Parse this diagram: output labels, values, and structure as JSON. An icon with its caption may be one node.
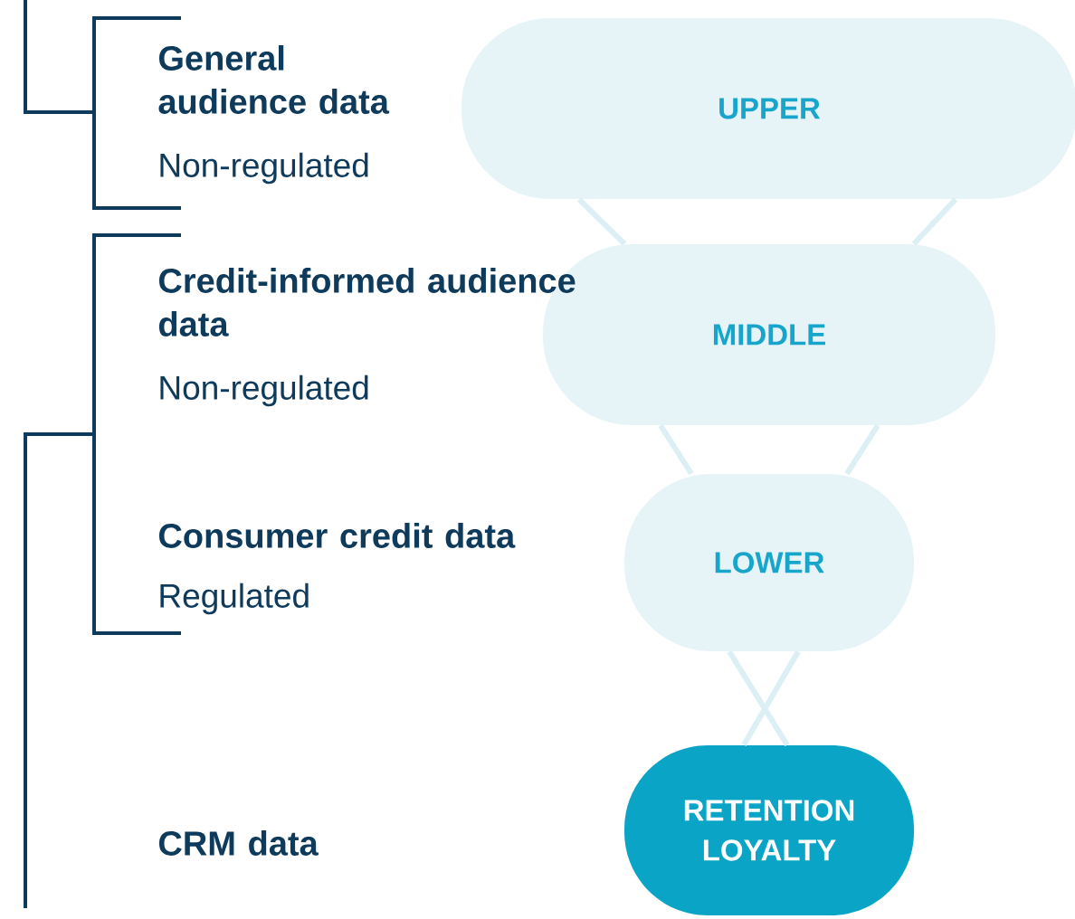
{
  "diagram": {
    "nodes": [
      {
        "text": [
          "UPPER"
        ]
      },
      {
        "text": [
          "MIDDLE"
        ]
      },
      {
        "text": [
          "LOWER"
        ]
      },
      {
        "text": [
          "RETENTION LOYALTY"
        ]
      }
    ],
    "edges": [
      {
        "from": 0,
        "to": 1,
        "arrow": "none"
      },
      {
        "from": 0,
        "to": 1,
        "arrow": "none"
      },
      {
        "from": 1,
        "to": 2,
        "arrow": "none"
      },
      {
        "from": 1,
        "to": 2,
        "arrow": "none"
      },
      {
        "from": 2,
        "to": 3,
        "arrow": "none"
      },
      {
        "from": 2,
        "to": 3,
        "arrow": "none"
      }
    ],
    "labels": [
      "General audience data",
      "Non-regulated",
      "Credit-informed audience data",
      "Non-regulated",
      "Consumer credit data",
      "Regulated",
      "CRM data"
    ]
  }
}
